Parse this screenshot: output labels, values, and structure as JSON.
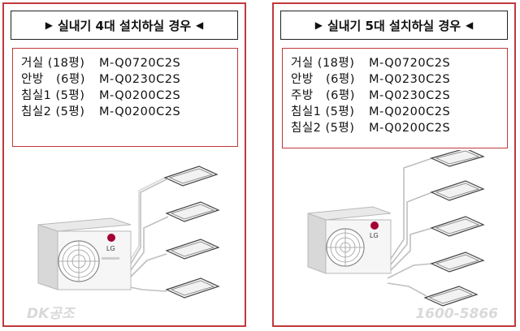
{
  "panel_left": {
    "title": "실내기 4대 설치하실 경우",
    "units": [
      {
        "room": "거실 (18평)",
        "model": "M-Q0720C2S"
      },
      {
        "room": "안방   (6평)",
        "model": "M-Q0230C2S"
      },
      {
        "room": "침실1 (5평)",
        "model": "M-Q0200C2S"
      },
      {
        "room": "침실2 (5평)",
        "model": "M-Q0200C2S"
      }
    ],
    "watermark": "DK공조"
  },
  "panel_right": {
    "title": "실내기 5대 설치하실 경우",
    "units": [
      {
        "room": "거실 (18평)",
        "model": "M-Q0720C2S"
      },
      {
        "room": "안방   (6평)",
        "model": "M-Q0230C2S"
      },
      {
        "room": "주방   (6평)",
        "model": "M-Q0230C2S"
      },
      {
        "room": "침실1 (5평)",
        "model": "M-Q0200C2S"
      },
      {
        "room": "침실2 (5평)",
        "model": "M-Q0200C2S"
      }
    ],
    "watermark": "1600-5866"
  },
  "outdoor_unit": {
    "brand": "LG"
  },
  "icons": {
    "left_arrow": "triangle-right-icon",
    "right_arrow": "triangle-left-icon"
  },
  "colors": {
    "frame": "#c0393b",
    "lg_red": "#a50034"
  }
}
